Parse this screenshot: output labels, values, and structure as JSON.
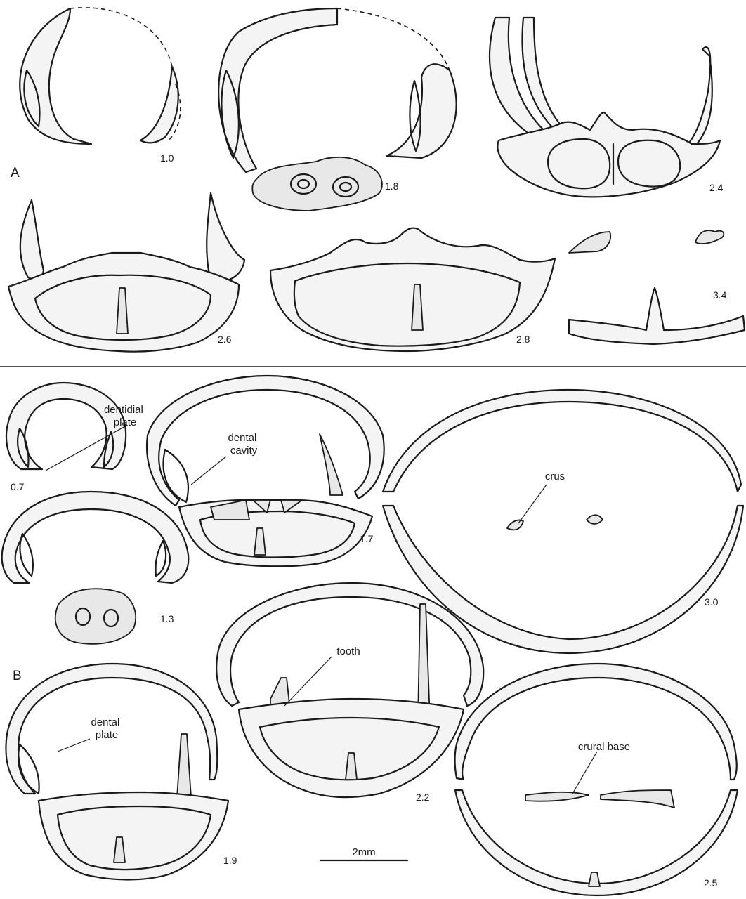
{
  "panels": {
    "A": {
      "label": "A",
      "sections": [
        "1.0",
        "1.8",
        "2.4",
        "2.6",
        "2.8",
        "3.4"
      ]
    },
    "B": {
      "label": "B",
      "sections": [
        "0.7",
        "1.7",
        "3.0",
        "1.3",
        "2.2",
        "1.9",
        "2.5"
      ]
    }
  },
  "annotations": {
    "dentidial_plate": [
      "dentidial",
      "plate"
    ],
    "dental_cavity": [
      "dental",
      "cavity"
    ],
    "crus": "crus",
    "tooth": "tooth",
    "dental_plate": [
      "dental",
      "plate"
    ],
    "crural_base": "crural base"
  },
  "scale_bar": {
    "label": "2mm"
  }
}
